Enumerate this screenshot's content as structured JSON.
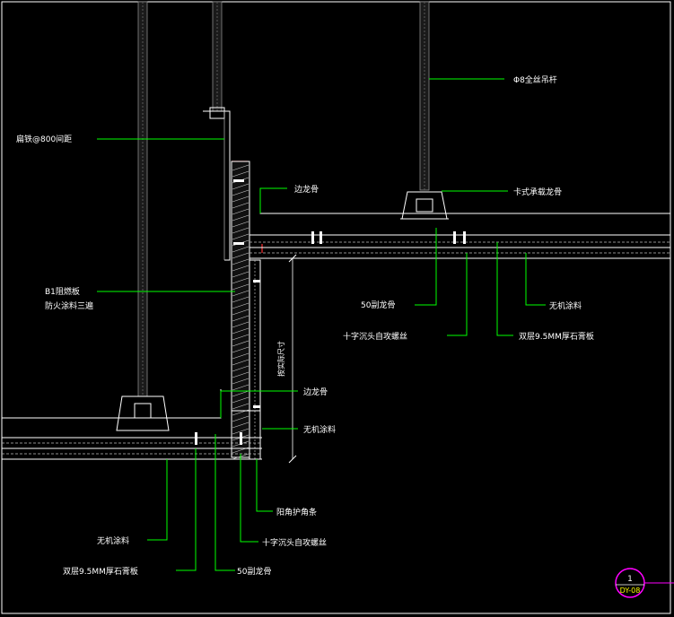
{
  "drawing": {
    "background": "#000000",
    "leader_color": "#00ff00",
    "line_color": "#ffffff",
    "accent_red": "#ff3030",
    "tag_color": "#ff00ff"
  },
  "labels": {
    "hanger_rod": "Φ8全丝吊杆",
    "angle_steel": "扁铁@800间距",
    "edge_keel_top": "边龙骨",
    "card_keel": "卡式承载龙骨",
    "b1_board": "B1阻燃板",
    "fire_coating": "防火涂料三遍",
    "keel_50_right": "50副龙骨",
    "inorganic_coating_right": "无机涂料",
    "self_tap_screw_right": "十字沉头自攻螺丝",
    "gypsum_right": "双层9.5MM厚石膏板",
    "edge_keel_mid": "边龙骨",
    "inorganic_coating_mid": "无机涂料",
    "dimension_text": "按实际尺寸",
    "corner_bead": "阳角护角条",
    "inorganic_coating_left": "无机涂料",
    "self_tap_screw_left": "十字沉头自攻螺丝",
    "gypsum_left": "双层9.5MM厚石膏板",
    "keel_50_left": "50副龙骨"
  },
  "section_tag": {
    "number": "1",
    "code": "DY-08"
  }
}
